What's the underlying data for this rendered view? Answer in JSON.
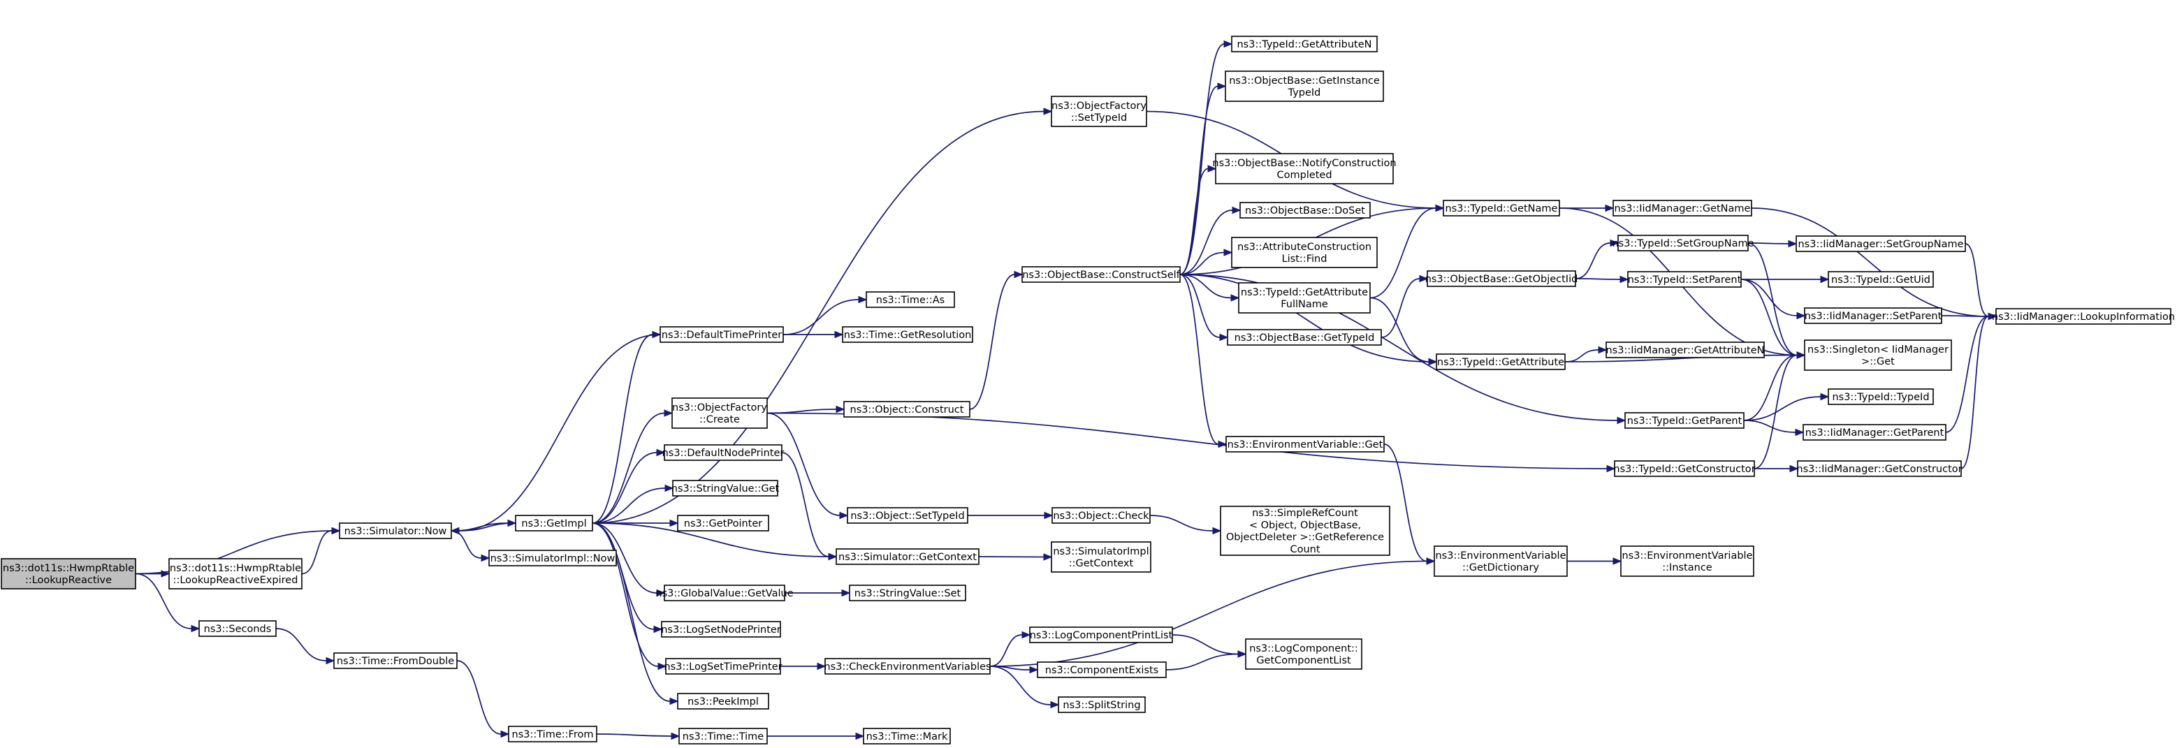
{
  "colors": {
    "edge": "#191970",
    "node_fill": "#ffffff",
    "root_fill": "#bfbfbf",
    "border": "#000000"
  },
  "nodes": [
    {
      "id": "root",
      "lines": [
        "ns3::dot11s::HwmpRtable",
        "::LookupReactive"
      ]
    },
    {
      "id": "lre",
      "lines": [
        "ns3::dot11s::HwmpRtable",
        "::LookupReactiveExpired"
      ]
    },
    {
      "id": "simnow",
      "lines": [
        "ns3::Simulator::Now"
      ]
    },
    {
      "id": "seconds",
      "lines": [
        "ns3::Seconds"
      ]
    },
    {
      "id": "getimpl",
      "lines": [
        "ns3::GetImpl"
      ]
    },
    {
      "id": "simimplnow",
      "lines": [
        "ns3::SimulatorImpl::Now"
      ]
    },
    {
      "id": "fromdouble",
      "lines": [
        "ns3::Time::FromDouble"
      ]
    },
    {
      "id": "timefrom",
      "lines": [
        "ns3::Time::From"
      ]
    },
    {
      "id": "dtp",
      "lines": [
        "ns3::DefaultTimePrinter"
      ]
    },
    {
      "id": "ofcreate",
      "lines": [
        "ns3::ObjectFactory",
        "::Create"
      ]
    },
    {
      "id": "dnp",
      "lines": [
        "ns3::DefaultNodePrinter"
      ]
    },
    {
      "id": "svget",
      "lines": [
        "ns3::StringValue::Get"
      ]
    },
    {
      "id": "getpointer",
      "lines": [
        "ns3::GetPointer"
      ]
    },
    {
      "id": "gvgetvalue",
      "lines": [
        "ns3::GlobalValue::GetValue"
      ]
    },
    {
      "id": "lsnp",
      "lines": [
        "ns3::LogSetNodePrinter"
      ]
    },
    {
      "id": "lstp",
      "lines": [
        "ns3::LogSetTimePrinter"
      ]
    },
    {
      "id": "peekimpl",
      "lines": [
        "ns3::PeekImpl"
      ]
    },
    {
      "id": "timetime",
      "lines": [
        "ns3::Time::Time"
      ]
    },
    {
      "id": "timeas",
      "lines": [
        "ns3::Time::As"
      ]
    },
    {
      "id": "timegetres",
      "lines": [
        "ns3::Time::GetResolution"
      ]
    },
    {
      "id": "objconstruct",
      "lines": [
        "ns3::Object::Construct"
      ]
    },
    {
      "id": "objsettid",
      "lines": [
        "ns3::Object::SetTypeId"
      ]
    },
    {
      "id": "simgetctx",
      "lines": [
        "ns3::Simulator::GetContext"
      ]
    },
    {
      "id": "svset",
      "lines": [
        "ns3::StringValue::Set"
      ]
    },
    {
      "id": "cev",
      "lines": [
        "ns3::CheckEnvironmentVariables"
      ]
    },
    {
      "id": "timemark",
      "lines": [
        "ns3::Time::Mark"
      ]
    },
    {
      "id": "ofsettid",
      "lines": [
        "ns3::ObjectFactory",
        "::SetTypeId"
      ]
    },
    {
      "id": "obcs",
      "lines": [
        "ns3::ObjectBase::ConstructSelf"
      ]
    },
    {
      "id": "objcheck",
      "lines": [
        "ns3::Object::Check"
      ]
    },
    {
      "id": "simimplgetctx",
      "lines": [
        "ns3::SimulatorImpl",
        "::GetContext"
      ]
    },
    {
      "id": "lcpl",
      "lines": [
        "ns3::LogComponentPrintList"
      ]
    },
    {
      "id": "compexists",
      "lines": [
        "ns3::ComponentExists"
      ]
    },
    {
      "id": "splitstring",
      "lines": [
        "ns3::SplitString"
      ]
    },
    {
      "id": "tidgetattrn",
      "lines": [
        "ns3::TypeId::GetAttributeN"
      ]
    },
    {
      "id": "obgetinst",
      "lines": [
        "ns3::ObjectBase::GetInstance",
        "TypeId"
      ]
    },
    {
      "id": "obnotify",
      "lines": [
        "ns3::ObjectBase::NotifyConstruction",
        "Completed"
      ]
    },
    {
      "id": "obdoset",
      "lines": [
        "ns3::ObjectBase::DoSet"
      ]
    },
    {
      "id": "aclfind",
      "lines": [
        "ns3::AttributeConstruction",
        "List::Find"
      ]
    },
    {
      "id": "tidgetattrfn",
      "lines": [
        "ns3::TypeId::GetAttribute",
        "FullName"
      ]
    },
    {
      "id": "obgettid",
      "lines": [
        "ns3::ObjectBase::GetTypeId"
      ]
    },
    {
      "id": "envget",
      "lines": [
        "ns3::EnvironmentVariable::Get"
      ]
    },
    {
      "id": "srcount",
      "lines": [
        "ns3::SimpleRefCount",
        "< Object, ObjectBase,",
        "ObjectDeleter >::GetReference",
        "Count"
      ]
    },
    {
      "id": "lcgetcl",
      "lines": [
        "ns3::LogComponent::",
        "GetComponentList"
      ]
    },
    {
      "id": "tidgetname",
      "lines": [
        "ns3::TypeId::GetName"
      ]
    },
    {
      "id": "obgetoiid",
      "lines": [
        "ns3::ObjectBase::GetObjectIid"
      ]
    },
    {
      "id": "tidgetattr",
      "lines": [
        "ns3::TypeId::GetAttribute"
      ]
    },
    {
      "id": "envgetdict",
      "lines": [
        "ns3::EnvironmentVariable",
        "::GetDictionary"
      ]
    },
    {
      "id": "iidgetname",
      "lines": [
        "ns3::IidManager::GetName"
      ]
    },
    {
      "id": "tidsetgn",
      "lines": [
        "ns3::TypeId::SetGroupName"
      ]
    },
    {
      "id": "tidsetparent",
      "lines": [
        "ns3::TypeId::SetParent"
      ]
    },
    {
      "id": "iidgetattrn",
      "lines": [
        "ns3::IidManager::GetAttributeN"
      ]
    },
    {
      "id": "tidgetparent",
      "lines": [
        "ns3::TypeId::GetParent"
      ]
    },
    {
      "id": "tidgetctor",
      "lines": [
        "ns3::TypeId::GetConstructor"
      ]
    },
    {
      "id": "envinst",
      "lines": [
        "ns3::EnvironmentVariable",
        "::Instance"
      ]
    },
    {
      "id": "iidsetgn",
      "lines": [
        "ns3::IidManager::SetGroupName"
      ]
    },
    {
      "id": "tidgetuid",
      "lines": [
        "ns3::TypeId::GetUid"
      ]
    },
    {
      "id": "iidsetparent",
      "lines": [
        "ns3::IidManager::SetParent"
      ]
    },
    {
      "id": "singleton",
      "lines": [
        "ns3::Singleton< IidManager",
        " >::Get"
      ]
    },
    {
      "id": "tidtid",
      "lines": [
        "ns3::TypeId::TypeId"
      ]
    },
    {
      "id": "iidgetparent",
      "lines": [
        "ns3::IidManager::GetParent"
      ]
    },
    {
      "id": "iidgetctor",
      "lines": [
        "ns3::IidManager::GetConstructor"
      ]
    },
    {
      "id": "iidlookup",
      "lines": [
        "ns3::IidManager::LookupInformation"
      ]
    }
  ],
  "edges": [
    [
      "root",
      "simnow"
    ],
    [
      "root",
      "lre"
    ],
    [
      "root",
      "seconds"
    ],
    [
      "lre",
      "simnow"
    ],
    [
      "simnow",
      "getimpl"
    ],
    [
      "simnow",
      "simimplnow"
    ],
    [
      "seconds",
      "fromdouble"
    ],
    [
      "fromdouble",
      "timefrom"
    ],
    [
      "timefrom",
      "timetime"
    ],
    [
      "timetime",
      "timemark"
    ],
    [
      "getimpl",
      "simnow"
    ],
    [
      "getimpl",
      "dtp"
    ],
    [
      "getimpl",
      "ofcreate"
    ],
    [
      "getimpl",
      "dnp"
    ],
    [
      "getimpl",
      "svget"
    ],
    [
      "getimpl",
      "getpointer"
    ],
    [
      "getimpl",
      "simgetctx"
    ],
    [
      "getimpl",
      "gvgetvalue"
    ],
    [
      "getimpl",
      "lsnp"
    ],
    [
      "getimpl",
      "lstp"
    ],
    [
      "getimpl",
      "peekimpl"
    ],
    [
      "getimpl",
      "ofsettid"
    ],
    [
      "dtp",
      "simnow"
    ],
    [
      "dtp",
      "timeas"
    ],
    [
      "dtp",
      "timegetres"
    ],
    [
      "ofcreate",
      "objconstruct"
    ],
    [
      "ofcreate",
      "objsettid"
    ],
    [
      "ofcreate",
      "tidgetctor"
    ],
    [
      "dnp",
      "simgetctx"
    ],
    [
      "gvgetvalue",
      "svset"
    ],
    [
      "lstp",
      "cev"
    ],
    [
      "objconstruct",
      "obcs"
    ],
    [
      "objsettid",
      "objcheck"
    ],
    [
      "simgetctx",
      "simimplgetctx"
    ],
    [
      "cev",
      "envgetdict"
    ],
    [
      "cev",
      "lcpl"
    ],
    [
      "cev",
      "compexists"
    ],
    [
      "cev",
      "splitstring"
    ],
    [
      "ofsettid",
      "tidgetname"
    ],
    [
      "objcheck",
      "srcount"
    ],
    [
      "lcpl",
      "lcgetcl"
    ],
    [
      "compexists",
      "lcgetcl"
    ],
    [
      "obcs",
      "tidgetattrn"
    ],
    [
      "obcs",
      "obgetinst"
    ],
    [
      "obcs",
      "obnotify"
    ],
    [
      "obcs",
      "obdoset"
    ],
    [
      "obcs",
      "aclfind"
    ],
    [
      "obcs",
      "tidgetattrfn"
    ],
    [
      "obcs",
      "obgettid"
    ],
    [
      "obcs",
      "envget"
    ],
    [
      "obcs",
      "tidgetname"
    ],
    [
      "obcs",
      "tidgetattr"
    ],
    [
      "obcs",
      "tidgetparent"
    ],
    [
      "tidgetattrfn",
      "tidgetname"
    ],
    [
      "tidgetattrfn",
      "tidgetattr"
    ],
    [
      "obgettid",
      "obgetoiid"
    ],
    [
      "envget",
      "envgetdict"
    ],
    [
      "tidgetname",
      "iidgetname"
    ],
    [
      "tidgetname",
      "singleton"
    ],
    [
      "obgetoiid",
      "tidsetgn"
    ],
    [
      "obgetoiid",
      "tidsetparent"
    ],
    [
      "tidgetattr",
      "iidgetattrn"
    ],
    [
      "tidgetattr",
      "singleton"
    ],
    [
      "envgetdict",
      "envinst"
    ],
    [
      "iidgetname",
      "iidlookup"
    ],
    [
      "tidsetgn",
      "iidsetgn"
    ],
    [
      "tidsetgn",
      "singleton"
    ],
    [
      "tidsetparent",
      "tidgetuid"
    ],
    [
      "tidsetparent",
      "iidsetparent"
    ],
    [
      "tidsetparent",
      "singleton"
    ],
    [
      "tidgetparent",
      "tidtid"
    ],
    [
      "tidgetparent",
      "iidgetparent"
    ],
    [
      "tidgetparent",
      "singleton"
    ],
    [
      "tidgetctor",
      "iidgetctor"
    ],
    [
      "tidgetctor",
      "singleton"
    ],
    [
      "iidsetgn",
      "iidlookup"
    ],
    [
      "iidsetparent",
      "iidlookup"
    ],
    [
      "iidgetparent",
      "iidlookup"
    ],
    [
      "iidgetctor",
      "iidlookup"
    ]
  ]
}
